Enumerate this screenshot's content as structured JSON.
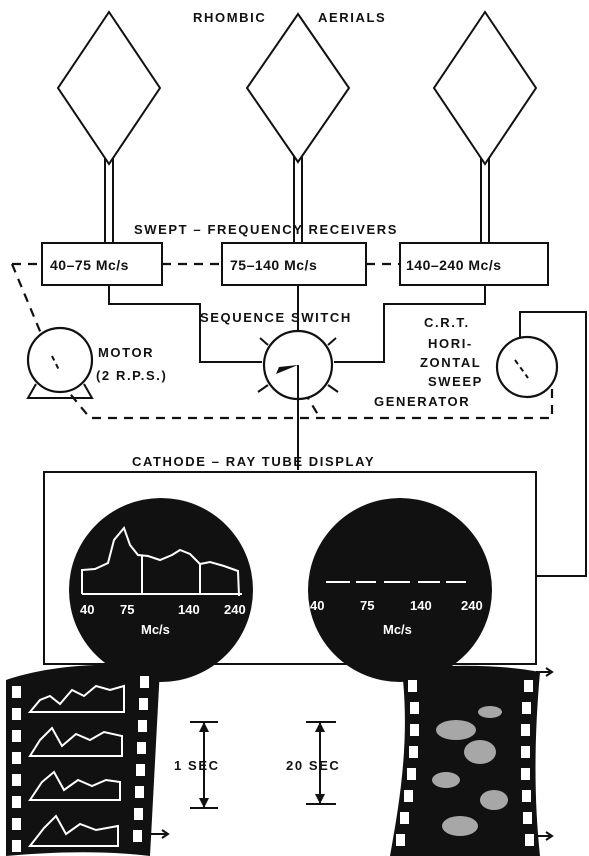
{
  "title": "RHOMBIC",
  "title2": "AERIALS",
  "receivers_label": "SWEPT – FREQUENCY  RECEIVERS",
  "receivers": [
    "40–75  Mc/s",
    "75–140  Mc/s",
    "140–240 Mc/s"
  ],
  "sequence_switch": "SEQUENCE  SWITCH",
  "motor": [
    "MOTOR",
    "(2 R.P.S.)"
  ],
  "sweep_generator": [
    "C.R.T.",
    "HORI-",
    "ZONTAL",
    "SWEEP",
    "GENERATOR"
  ],
  "display_label": "CATHODE – RAY  TUBE  DISPLAY",
  "scope_ticks": [
    "40",
    "75",
    "140",
    "240"
  ],
  "scope_unit": "Mc/s",
  "film_left_label": "1  SEC",
  "film_right_label": "20  SEC"
}
